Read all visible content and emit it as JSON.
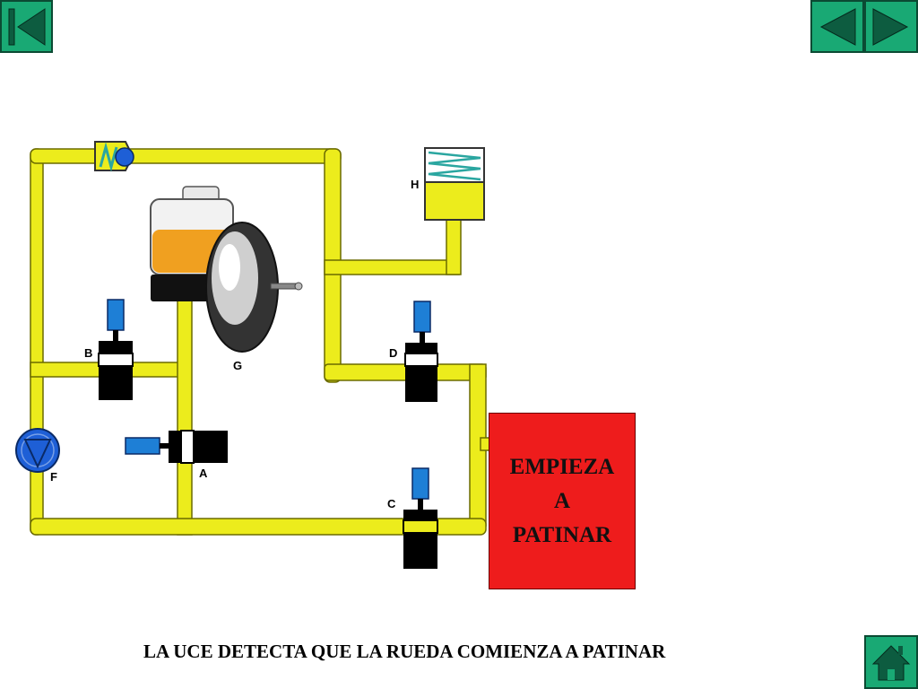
{
  "navigation": {
    "first_slide": "first-slide-icon",
    "previous_slide": "previous-slide-icon",
    "next_slide": "next-slide-icon",
    "home": "home-icon"
  },
  "diagram": {
    "labels": {
      "A": "A",
      "B": "B",
      "C": "C",
      "D": "D",
      "F": "F",
      "G": "G",
      "H": "H"
    },
    "wheel_status": {
      "line1": "EMPIEZA",
      "line2": "A",
      "line3": "PATINAR"
    },
    "colors": {
      "pipe": "#ecec1c",
      "valve_coil": "#1e7fd6",
      "valve_body": "#000000",
      "fluid": "#f0a020",
      "wheel": "#ee1c1c",
      "nav_button": "#19a974"
    }
  },
  "caption": "LA UCE DETECTA QUE LA RUEDA COMIENZA A PATINAR"
}
